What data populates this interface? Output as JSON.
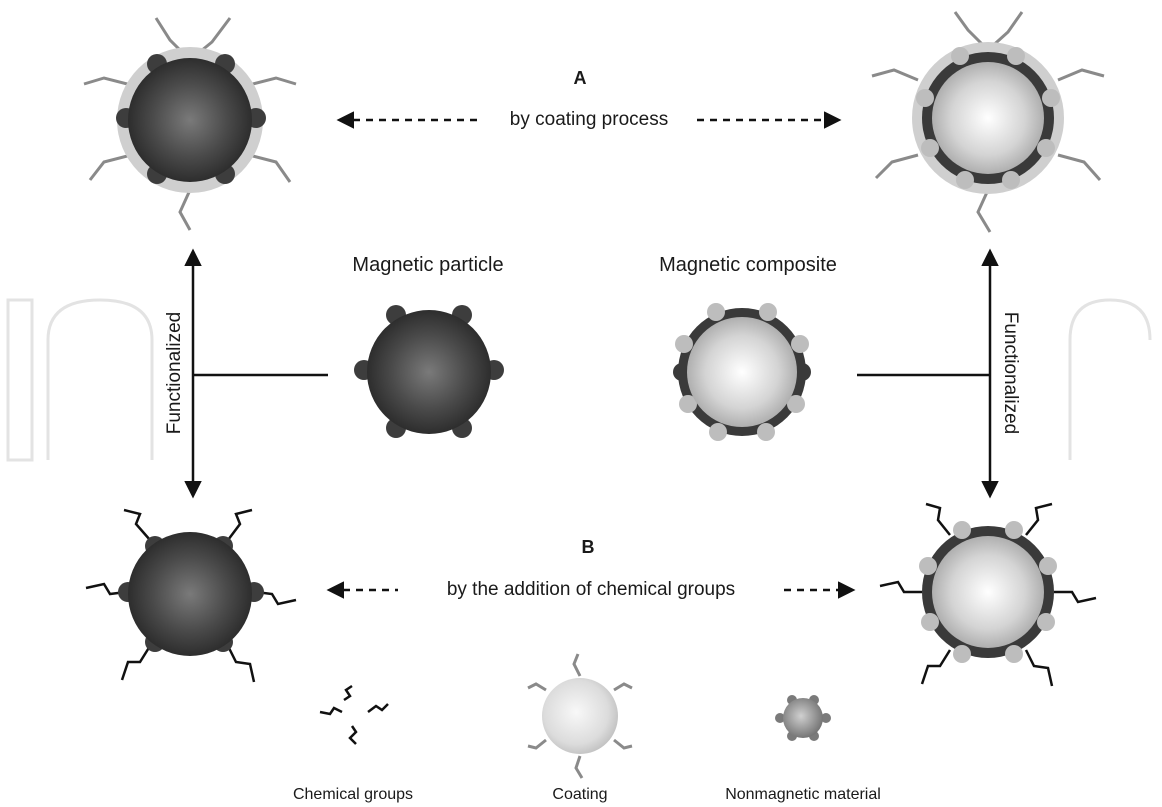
{
  "section_a": {
    "heading": "A",
    "process": "by coating process"
  },
  "section_b": {
    "heading": "B",
    "process": "by the addition of chemical groups"
  },
  "center": {
    "particle_label": "Magnetic particle",
    "composite_label": "Magnetic composite"
  },
  "sides": {
    "left_label": "Functionalized",
    "right_label": "Functionalized"
  },
  "legend": {
    "chemical_groups": "Chemical groups",
    "coating": "Coating",
    "nonmagnetic": "Nonmagnetic material"
  },
  "colors": {
    "magnetic_core": "#3a3a3a",
    "nonmagnetic_core": "#d9d9d9",
    "coating_shell": "#cfcfcf",
    "chemical_group": "#111111",
    "coating_ligand": "#8a8a8a",
    "background_logo": "#e3e3e3"
  }
}
